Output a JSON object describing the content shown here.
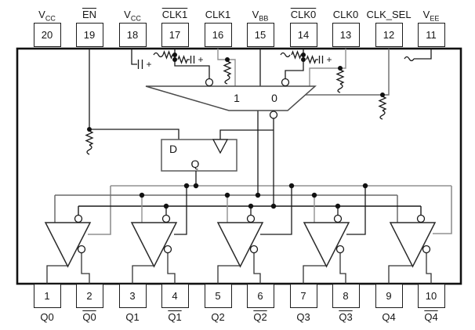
{
  "pins": {
    "top": [
      {
        "num": "20",
        "label": {
          "main": "V",
          "sub": "CC",
          "bar": false
        }
      },
      {
        "num": "19",
        "label": {
          "main": "EN",
          "sub": "",
          "bar": true
        }
      },
      {
        "num": "18",
        "label": {
          "main": "V",
          "sub": "CC",
          "bar": false
        }
      },
      {
        "num": "17",
        "label": {
          "main": "CLK1",
          "sub": "",
          "bar": true
        }
      },
      {
        "num": "16",
        "label": {
          "main": "CLK1",
          "sub": "",
          "bar": false
        }
      },
      {
        "num": "15",
        "label": {
          "main": "V",
          "sub": "BB",
          "bar": false
        }
      },
      {
        "num": "14",
        "label": {
          "main": "CLK0",
          "sub": "",
          "bar": true
        }
      },
      {
        "num": "13",
        "label": {
          "main": "CLK0",
          "sub": "",
          "bar": false
        }
      },
      {
        "num": "12",
        "label": {
          "main": "CLK_SEL",
          "sub": "",
          "bar": false
        }
      },
      {
        "num": "11",
        "label": {
          "main": "V",
          "sub": "EE",
          "bar": false
        }
      }
    ],
    "bottom": [
      {
        "num": "1",
        "label": {
          "main": "Q0",
          "bar": false
        }
      },
      {
        "num": "2",
        "label": {
          "main": "Q0",
          "bar": true
        }
      },
      {
        "num": "3",
        "label": {
          "main": "Q1",
          "bar": false
        }
      },
      {
        "num": "4",
        "label": {
          "main": "Q1",
          "bar": true
        }
      },
      {
        "num": "5",
        "label": {
          "main": "Q2",
          "bar": false
        }
      },
      {
        "num": "6",
        "label": {
          "main": "Q2",
          "bar": true
        }
      },
      {
        "num": "7",
        "label": {
          "main": "Q3",
          "bar": false
        }
      },
      {
        "num": "8",
        "label": {
          "main": "Q3",
          "bar": true
        }
      },
      {
        "num": "9",
        "label": {
          "main": "Q4",
          "bar": false
        }
      },
      {
        "num": "10",
        "label": {
          "main": "Q4",
          "bar": true
        }
      }
    ]
  },
  "diagram": {
    "mux_input_one": "1",
    "mux_input_zero": "0",
    "latch_d_label": "D",
    "latch_q_label": "Q",
    "cap_plus": "+"
  },
  "colors": {
    "wire_black": "#1a1a1a",
    "wire_gray": "#909090",
    "wire_mid": "#6a6a6a",
    "background": "#ffffff"
  }
}
